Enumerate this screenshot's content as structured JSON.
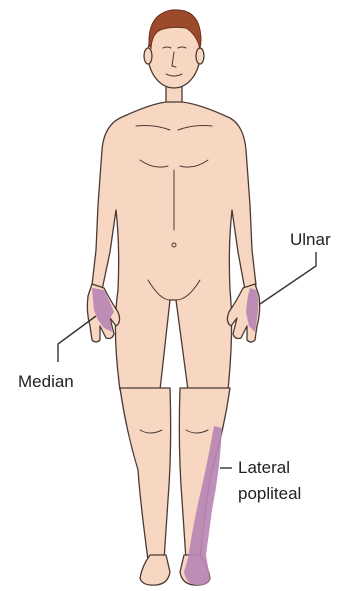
{
  "colors": {
    "skin": "#f7d6c2",
    "skin_shadow": "#efc3ab",
    "outline": "#4a3a33",
    "hair": "#9c4a2c",
    "region": "#b887b4",
    "leader": "#333333",
    "text": "#222222"
  },
  "labels": {
    "ulnar": "Ulnar",
    "median": "Median",
    "lateral_popliteal_line1": "Lateral",
    "lateral_popliteal_line2": "popliteal"
  }
}
